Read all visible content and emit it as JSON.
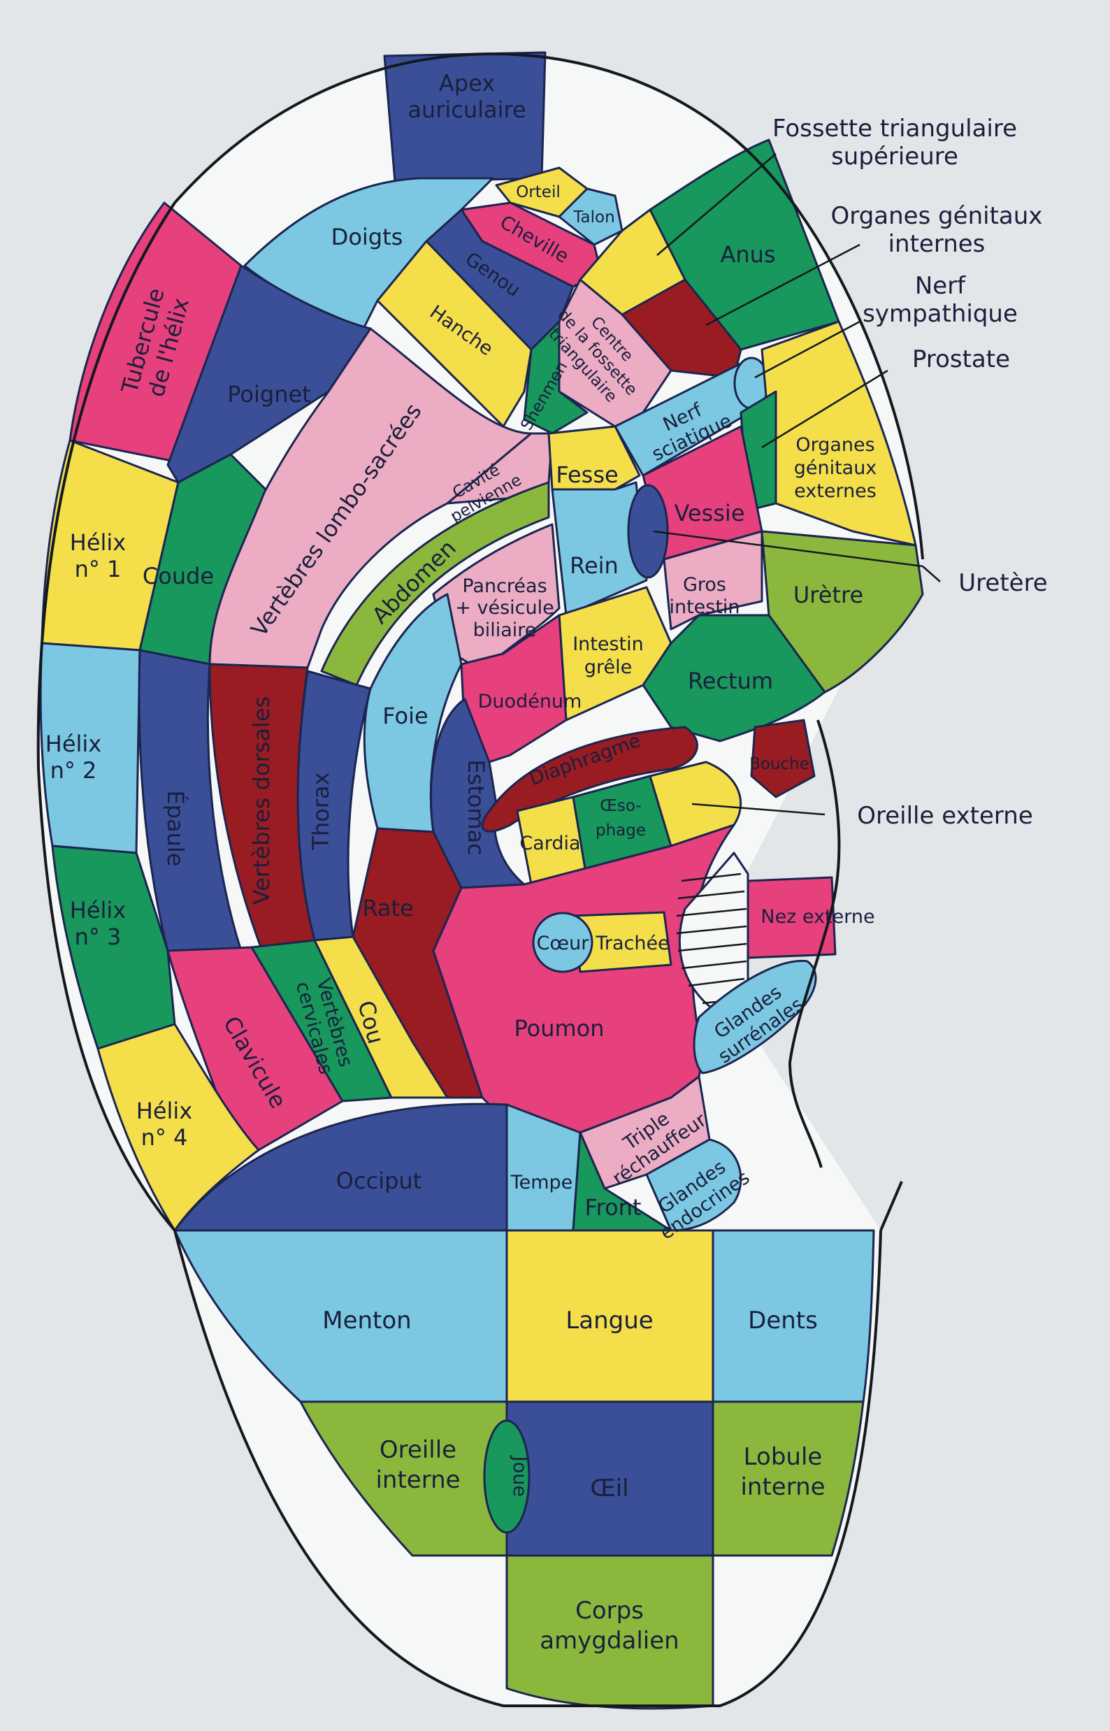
{
  "colors": {
    "background": "#e3e6e8",
    "pink": "#e6407d",
    "dark_blue": "#3a4f97",
    "light_blue": "#7cc8e2",
    "yellow": "#f4df4b",
    "green": "#18985c",
    "light_green": "#8bb83c",
    "dark_red": "#991c23",
    "light_pink": "#ecacc4",
    "white": "#f6f7f7"
  },
  "zones": {
    "apex": "Apex auriculaire",
    "orteil": "Orteil",
    "talon": "Talon",
    "doigts": "Doigts",
    "cheville": "Cheville",
    "genou": "Genou",
    "tubercule": "Tubercule de l'hélix",
    "poignet": "Poignet",
    "hanche": "Hanche",
    "centre_fossette": "Centre de la fossette triangulaire",
    "shenmen": "Shenmen",
    "anus": "Anus",
    "vertebres_lombo": "Vertèbres lombo-sacrées",
    "cavite": "Cavité pelvienne",
    "fesse": "Fesse",
    "nerf_sciatique": "Nerf sciatique",
    "organes_ext": "Organes génitaux externes",
    "helix1": "Hélix n° 1",
    "coude": "Coude",
    "abdomen": "Abdomen",
    "pancreas": "Pancréas + vésicule biliaire",
    "rein": "Rein",
    "vessie": "Vessie",
    "gros_intestin": "Gros intestin",
    "uretre": "Urètre",
    "helix2": "Hélix n° 2",
    "epaule": "Épaule",
    "vertebres_dorsales": "Vertèbres dorsales",
    "thorax": "Thorax",
    "foie": "Foie",
    "intestin_grele": "Intestin grêle",
    "duodenum": "Duodénum",
    "rectum": "Rectum",
    "estomac": "Estomac",
    "diaphragme": "Diaphragme",
    "bouche": "Bouche",
    "cardia": "Cardia",
    "oesophage": "Œso- phage",
    "helix3": "Hélix n° 3",
    "rate": "Rate",
    "coeur": "Cœur",
    "trachee": "Trachée",
    "nez_externe": "Nez externe",
    "clavicule": "Clavicule",
    "vertebres_cervicales": "Vertèbres cervicales",
    "cou": "Cou",
    "poumon": "Poumon",
    "glandes_surrenales": "Glandes surrénales",
    "helix4": "Hélix n° 4",
    "triple": "Triple réchauffeur",
    "glandes_endocrines": "Glandes endocrines",
    "occiput": "Occiput",
    "tempe": "Tempe",
    "front": "Front",
    "menton": "Menton",
    "langue": "Langue",
    "dents": "Dents",
    "oreille_interne": "Oreille interne",
    "joue": "Joue",
    "oeil": "Œil",
    "lobule": "Lobule interne",
    "corps": "Corps amygdalien"
  },
  "callouts": {
    "fossette_sup": "Fossette triangulaire supérieure",
    "organes_int": "Organes génitaux internes",
    "nerf_symp": "Nerf sympathique",
    "prostate": "Prostate",
    "uretere": "Uretère",
    "oreille_ext": "Oreille externe"
  }
}
